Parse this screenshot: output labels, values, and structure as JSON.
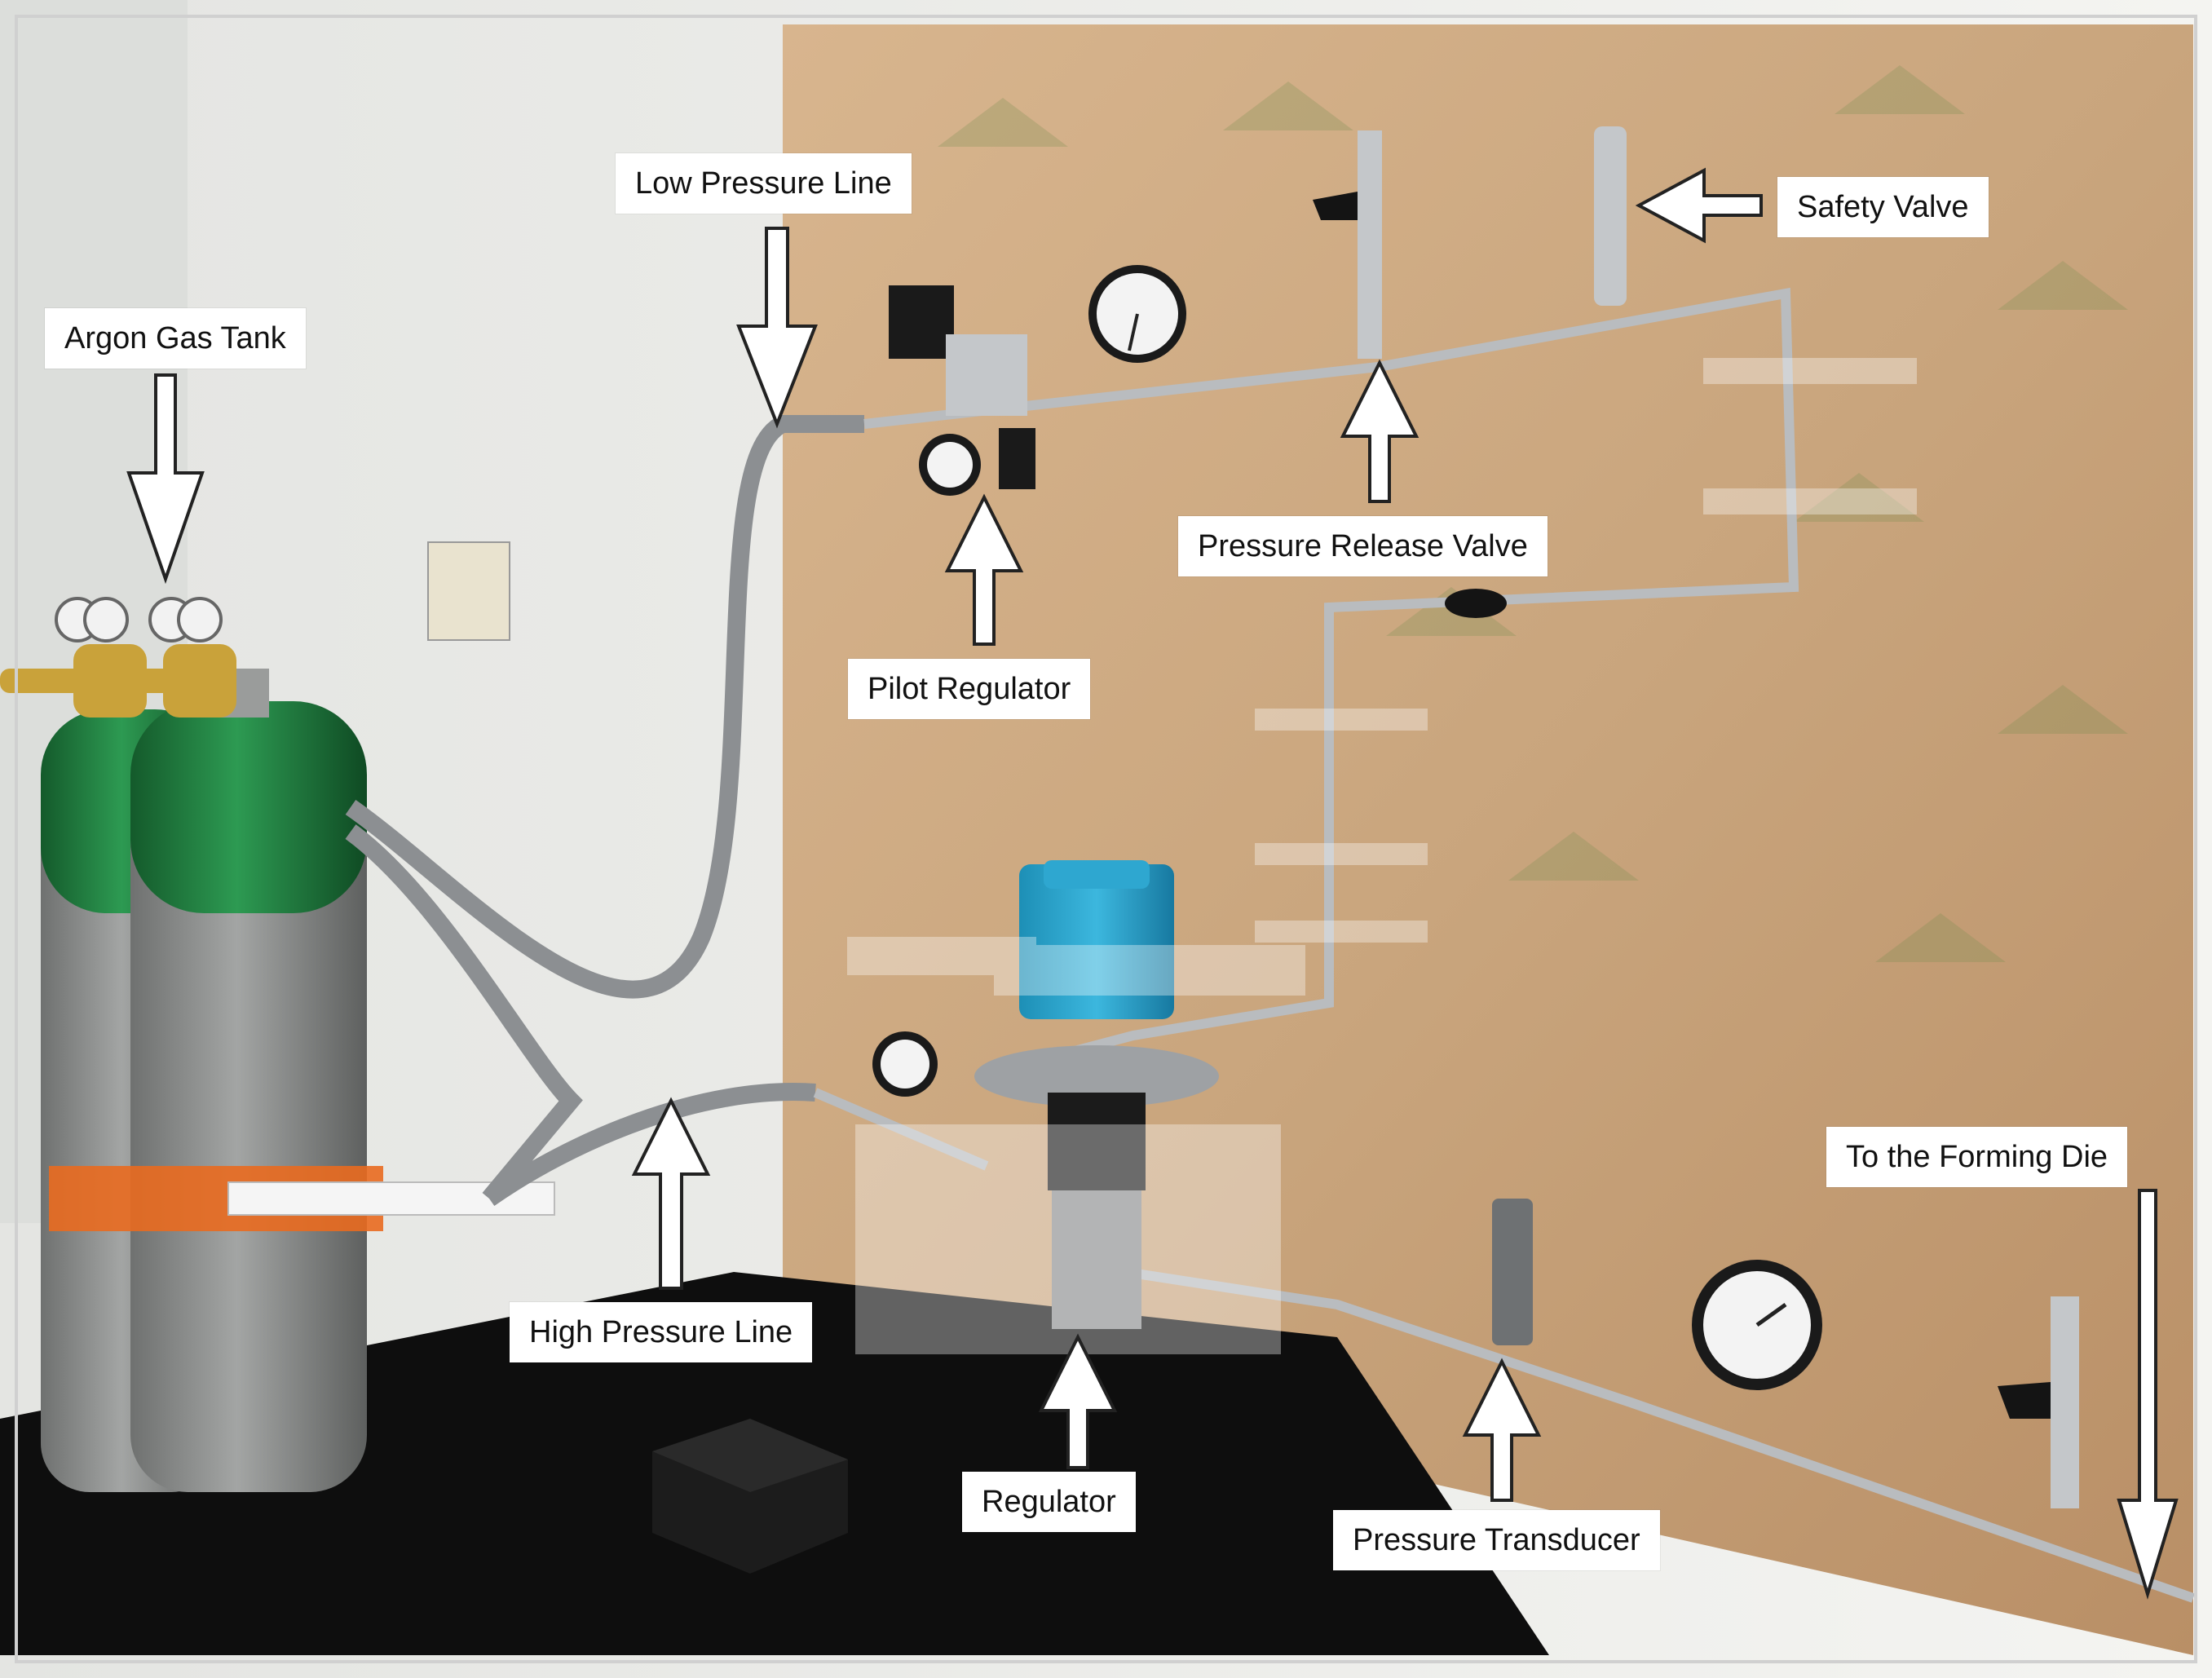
{
  "figure": {
    "labels": {
      "argon_gas_tank": "Argon Gas Tank",
      "low_pressure_line": "Low Pressure Line",
      "pilot_regulator": "Pilot Regulator",
      "pressure_release_valve": "Pressure Release Valve",
      "safety_valve": "Safety Valve",
      "high_pressure_line": "High Pressure Line",
      "regulator": "Regulator",
      "pressure_transducer": "Pressure Transducer",
      "to_forming_die": "To the Forming Die"
    },
    "colors": {
      "background_wall": "#efefec",
      "panel_board": "#c9a57d",
      "cylinder_gray": "#8c8e8d",
      "cylinder_green": "#1f7a3e",
      "brass": "#c9a23a",
      "steel": "#b9bcbf",
      "bench_black": "#111111",
      "arrow_fill": "#ffffff",
      "arrow_stroke": "#222222"
    }
  }
}
